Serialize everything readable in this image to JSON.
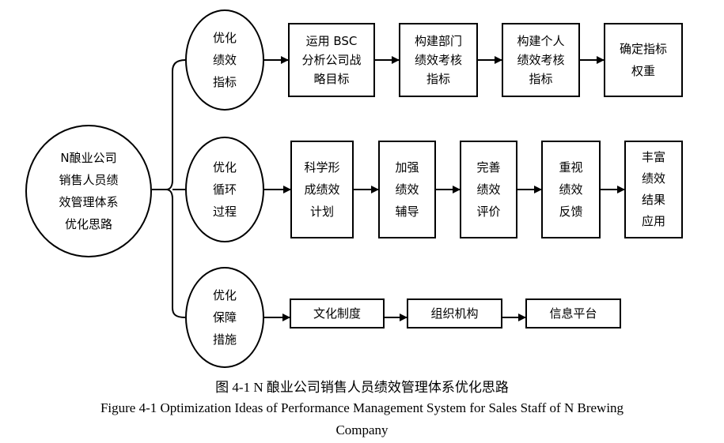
{
  "root": {
    "text": "N酿业公司\n销售人员绩\n效管理体系\n优化思路"
  },
  "branches": [
    {
      "label": "优化\n绩效\n指标",
      "steps": [
        "运用 BSC\n分析公司战\n略目标",
        "构建部门\n绩效考核\n指标",
        "构建个人\n绩效考核\n指标",
        "确定指标\n权重"
      ]
    },
    {
      "label": "优化\n循环\n过程",
      "steps": [
        "科学形\n成绩效\n计划",
        "加强\n绩效\n辅导",
        "完善\n绩效\n评价",
        "重视\n绩效\n反馈",
        "丰富\n绩效\n结果\n应用"
      ]
    },
    {
      "label": "优化\n保障\n措施",
      "steps": [
        "文化制度",
        "组织机构",
        "信息平台"
      ]
    }
  ],
  "caption": {
    "zh": "图 4-1 N 酿业公司销售人员绩效管理体系优化思路",
    "en_line1": "Figure 4-1 Optimization Ideas of Performance Management System for Sales Staff of N Brewing",
    "en_line2": "Company"
  }
}
